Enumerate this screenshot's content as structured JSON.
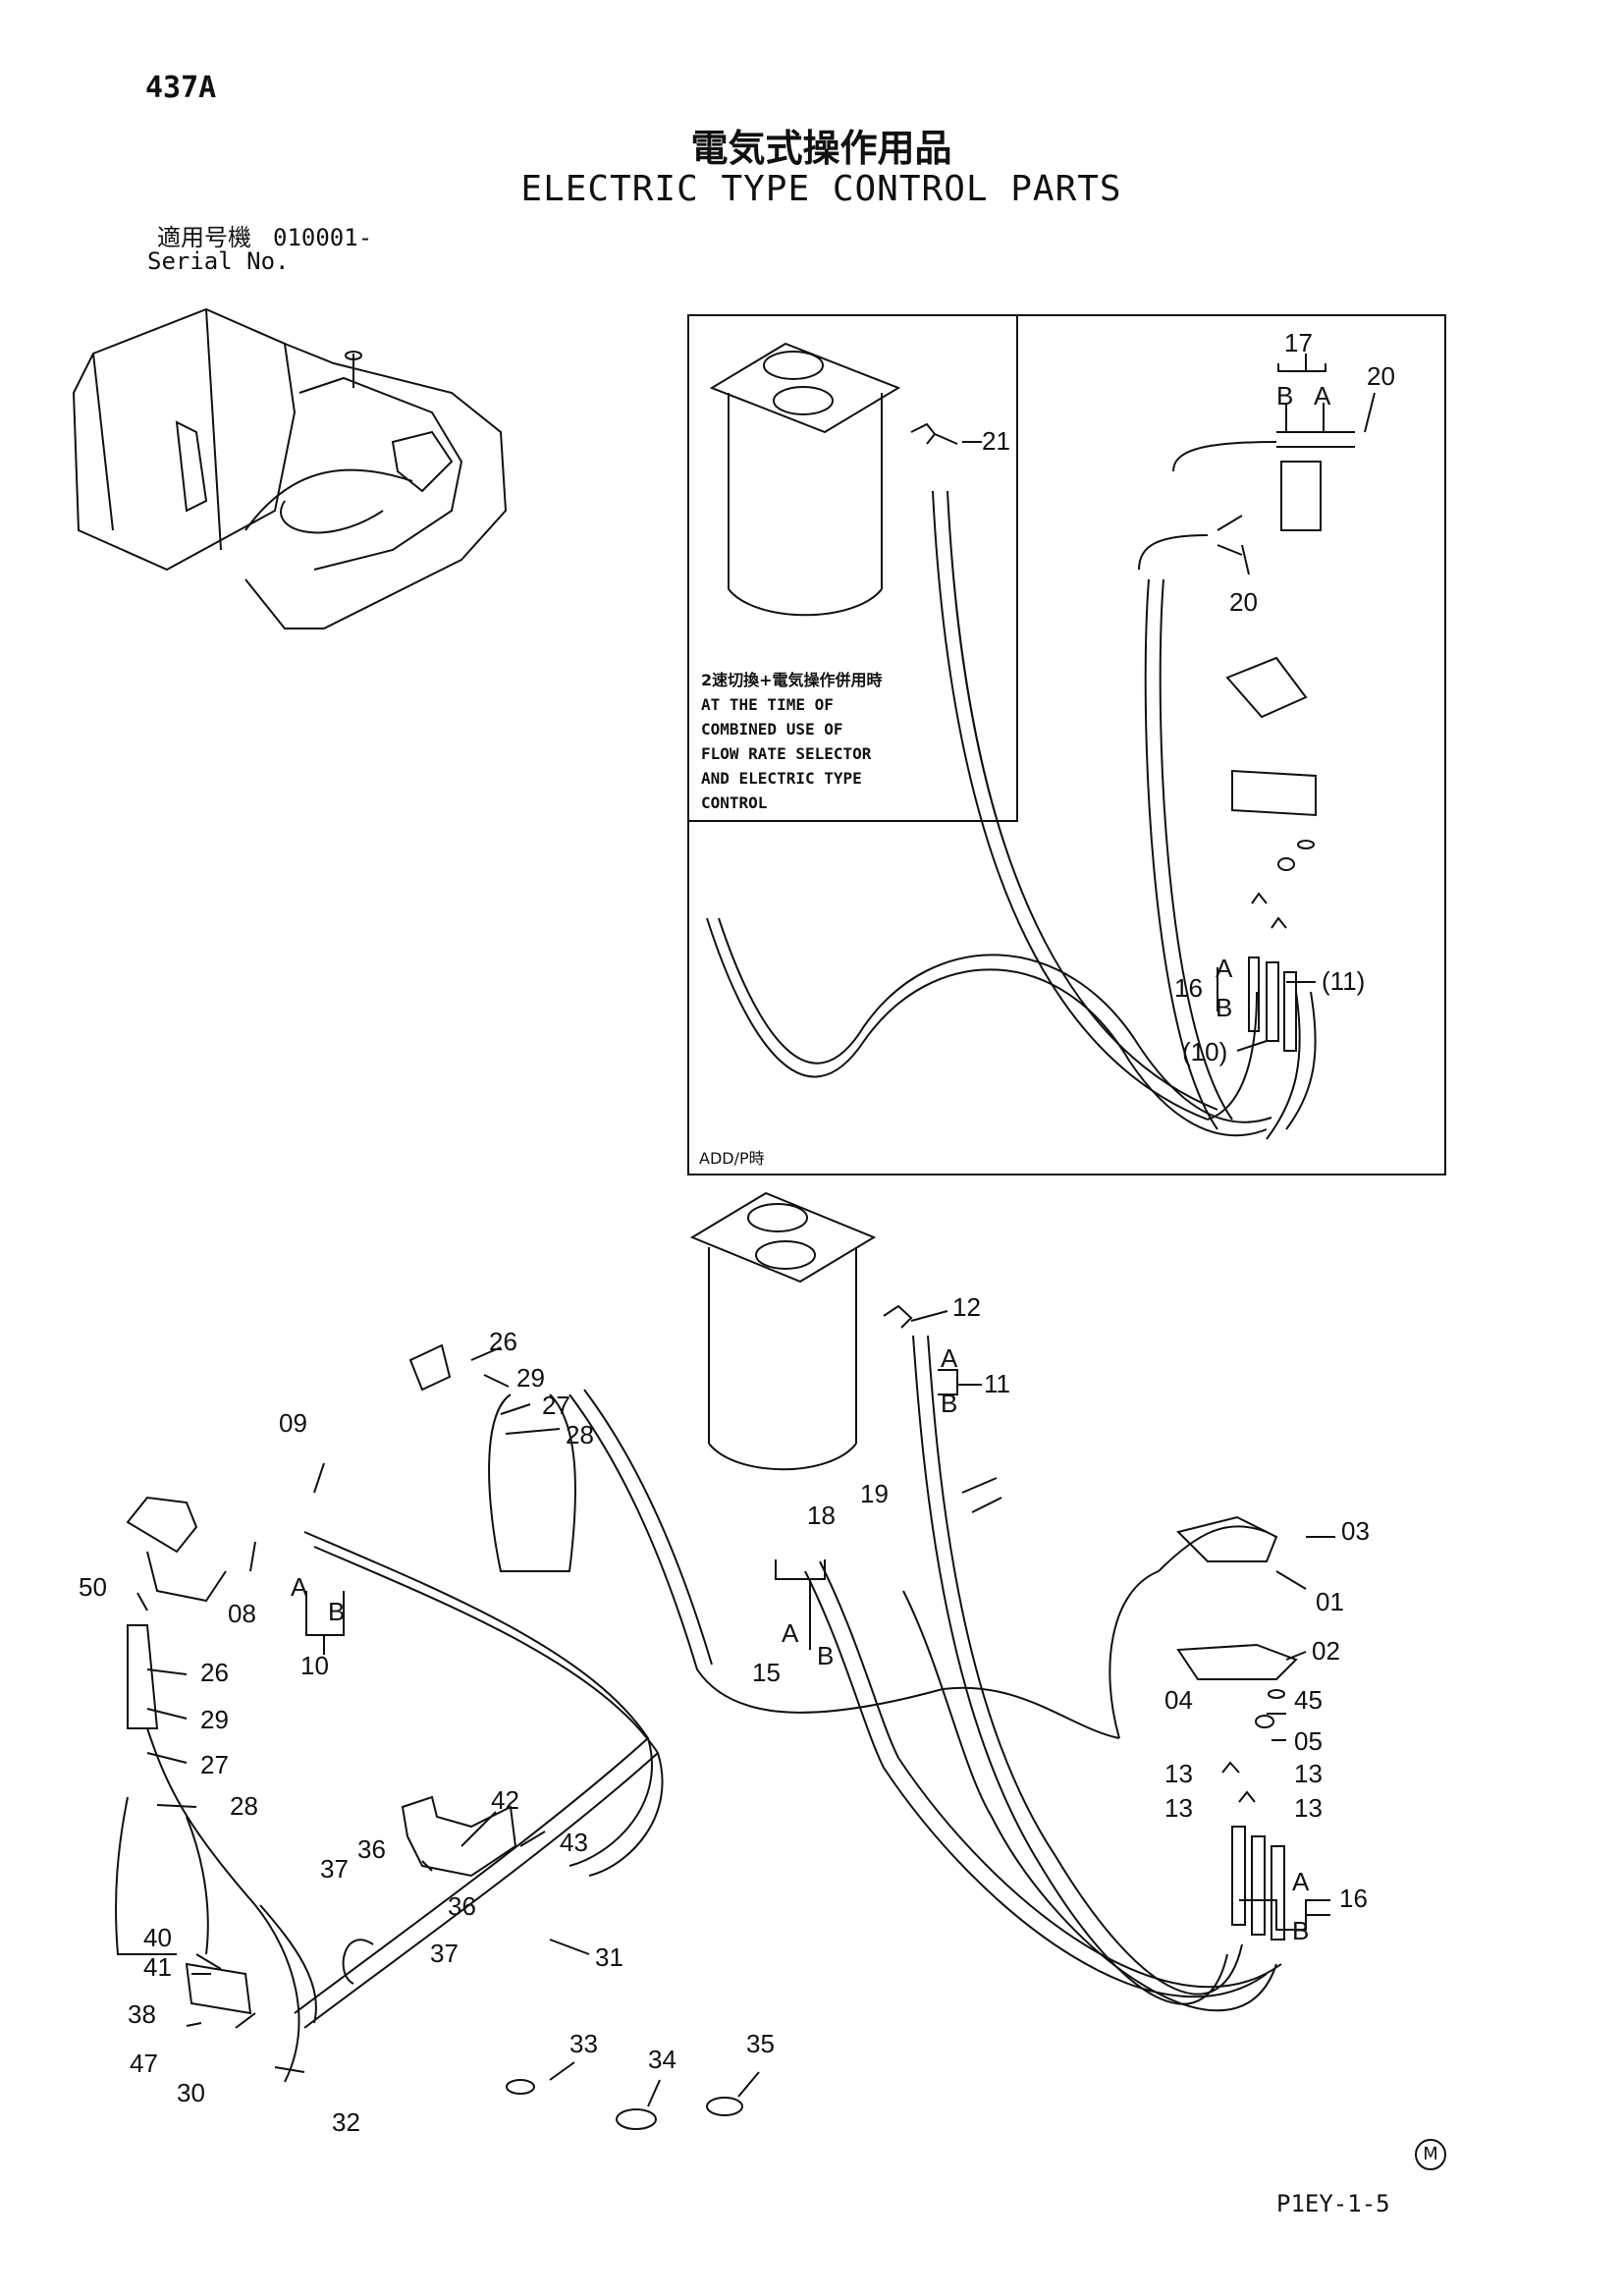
{
  "header": {
    "page_number": "437A",
    "title_jp": "電気式操作用品",
    "title_en": "ELECTRIC TYPE CONTROL PARTS",
    "serial_label_jp": "適用号機",
    "serial_value": "010001-",
    "serial_label_en": "Serial No."
  },
  "inset": {
    "note_jp": "2速切換+電気操作併用時",
    "note_lines": [
      "AT  THE  TIME  OF",
      "COMBINED  USE  OF",
      "FLOW  RATE  SELECTOR",
      "AND  ELECTRIC  TYPE",
      "CONTROL"
    ],
    "caption": "ADD/P時",
    "callouts": [
      "17",
      "B",
      "A",
      "20",
      "21",
      "20",
      "16",
      "A",
      "B",
      "(11)",
      "(10)"
    ]
  },
  "main_callouts": [
    "12",
    "A",
    "11",
    "B",
    "26",
    "29",
    "27",
    "28",
    "09",
    "08",
    "A",
    "B",
    "10",
    "50",
    "26",
    "29",
    "27",
    "28",
    "18",
    "19",
    "03",
    "01",
    "02",
    "04",
    "45",
    "05",
    "A",
    "15",
    "B",
    "13",
    "13",
    "13",
    "13",
    "A",
    "16",
    "B",
    "42",
    "43",
    "36",
    "37",
    "36",
    "37",
    "31",
    "40",
    "41",
    "38",
    "47",
    "30",
    "32",
    "33",
    "34",
    "35"
  ],
  "footer": {
    "mark": "M",
    "drawing_code": "P1EY-1-5"
  }
}
